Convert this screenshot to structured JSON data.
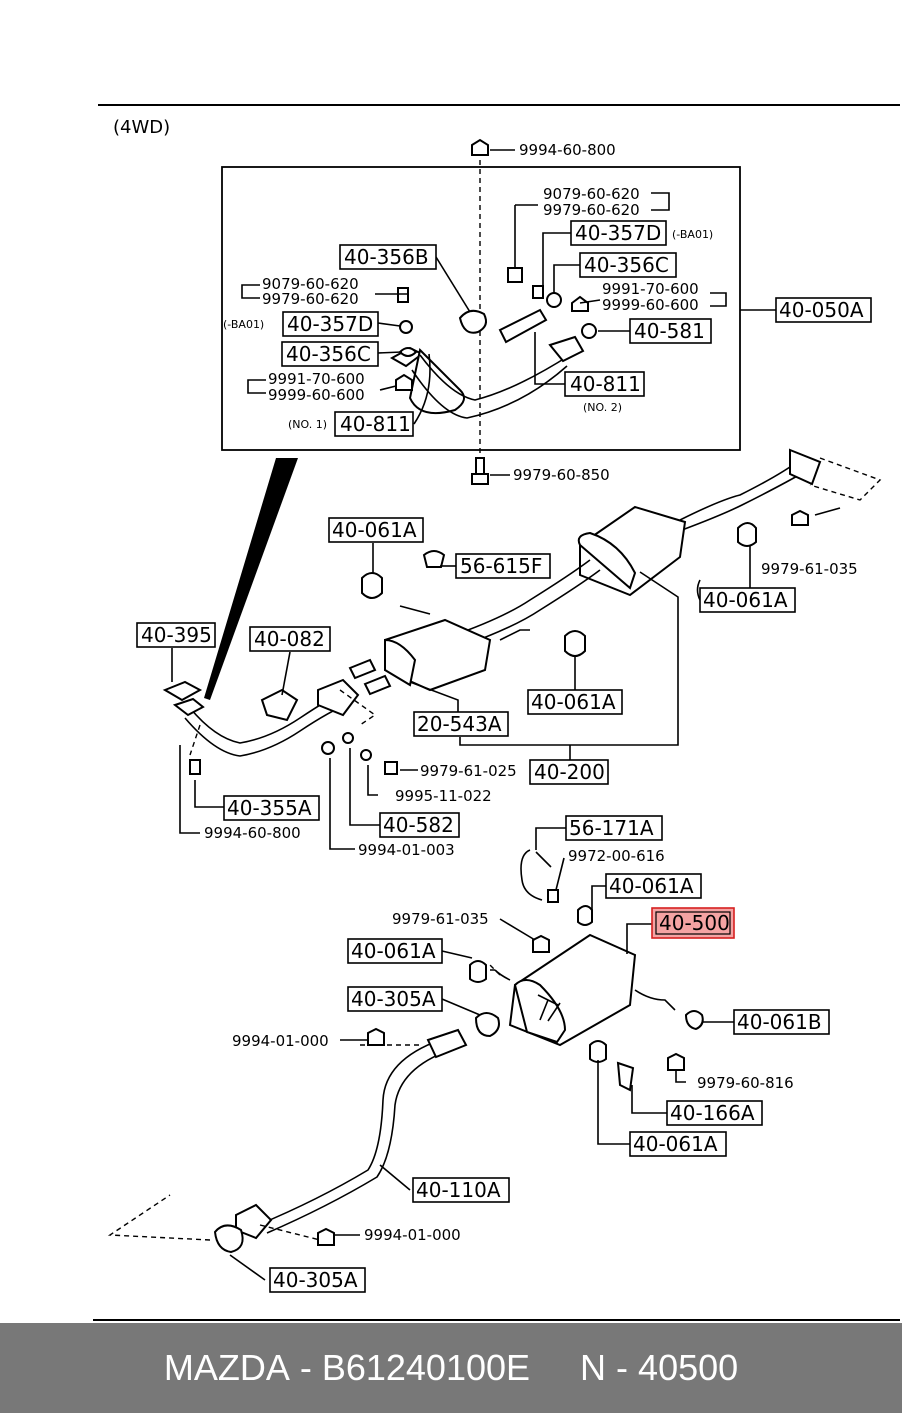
{
  "variant": "(4WD)",
  "callouts": [
    {
      "id": "40-356B"
    },
    {
      "id": "40-357D"
    },
    {
      "id": "40-356C"
    },
    {
      "id": "40-357D"
    },
    {
      "id": "40-356C"
    },
    {
      "id": "40-811"
    },
    {
      "id": "40-811"
    },
    {
      "id": "40-581"
    },
    {
      "id": "40-050A"
    },
    {
      "id": "40-061A"
    },
    {
      "id": "56-615F"
    },
    {
      "id": "40-061A"
    },
    {
      "id": "40-395"
    },
    {
      "id": "40-082"
    },
    {
      "id": "40-061A"
    },
    {
      "id": "20-543A"
    },
    {
      "id": "40-200"
    },
    {
      "id": "40-355A"
    },
    {
      "id": "40-582"
    },
    {
      "id": "56-171A"
    },
    {
      "id": "40-061A"
    },
    {
      "id": "40-500",
      "highlight": true
    },
    {
      "id": "40-061A"
    },
    {
      "id": "40-305A"
    },
    {
      "id": "40-061B"
    },
    {
      "id": "40-166A"
    },
    {
      "id": "40-061A"
    },
    {
      "id": "40-110A"
    },
    {
      "id": "40-305A"
    }
  ],
  "part_numbers": [
    "9994-60-800",
    "9079-60-620",
    "9979-60-620",
    "(-BA01)",
    "9079-60-620",
    "9979-60-620",
    "(-BA01)",
    "9991-70-600",
    "9999-60-600",
    "9991-70-600",
    "9999-60-600",
    "(NO. 1)",
    "(NO. 2)",
    "9979-60-850",
    "9979-61-035",
    "9979-61-025",
    "9995-11-022",
    "9994-60-800",
    "9994-01-003",
    "9972-00-616",
    "9979-61-035",
    "9994-01-000",
    "9979-60-816",
    "9994-01-000"
  ],
  "footer": {
    "brand": "MAZDA",
    "separator": " - ",
    "part_number": "B61240100E",
    "gap": "     ",
    "n_label": "N",
    "n_value": "40500"
  },
  "colors": {
    "highlight_fill": "#f4a3a3",
    "highlight_stroke": "#d62020",
    "footer_bg": "#787878",
    "footer_text": "#ffffff"
  }
}
